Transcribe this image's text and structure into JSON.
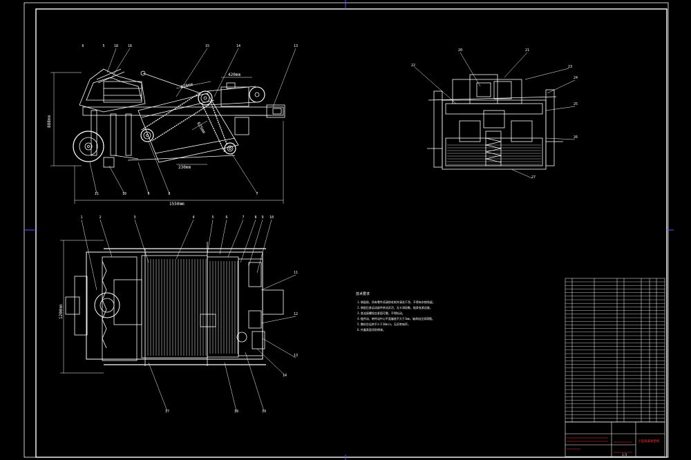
{
  "side_view": {
    "dims": {
      "height": "888mm",
      "length": "1550mm",
      "d1": "420mm",
      "d2": "828mm",
      "d3": "625mm",
      "d4": "230mm"
    },
    "balloons": [
      "18",
      "16",
      "15",
      "14",
      "13",
      "11",
      "10",
      "9",
      "8",
      "7",
      "6",
      "5"
    ]
  },
  "plan_view": {
    "dims": {
      "width": "1200mm"
    },
    "top_balloons": [
      "1",
      "2",
      "3",
      "4",
      "5",
      "6",
      "7",
      "8",
      "9",
      "10"
    ],
    "right_balloons": [
      "11",
      "12",
      "13",
      "14"
    ],
    "bottom_balloons": [
      "17",
      "18",
      "19"
    ]
  },
  "end_view": {
    "balloons": [
      "20",
      "21",
      "22",
      "23",
      "24",
      "25",
      "26",
      "27"
    ]
  },
  "notes": {
    "title": "技术要求",
    "lines": [
      "1.装配前，所有零件须清除毛刺并清洗干净，不得有杂物残留。",
      "2.装配后各运动部件转动灵活，无卡滞现象，链条张紧适度。",
      "3.各连接螺栓应紧固可靠，不得松动。",
      "4.链传动、带传动中心平面偏差不大于1mm，轴承加注润滑脂。",
      "5.整机空运转不少于30min，无异常响声。",
      "6.外露表面涂防锈漆。"
    ]
  },
  "title_block": {
    "drawing_title": "小型高粱收割机",
    "scale": "1:5"
  }
}
